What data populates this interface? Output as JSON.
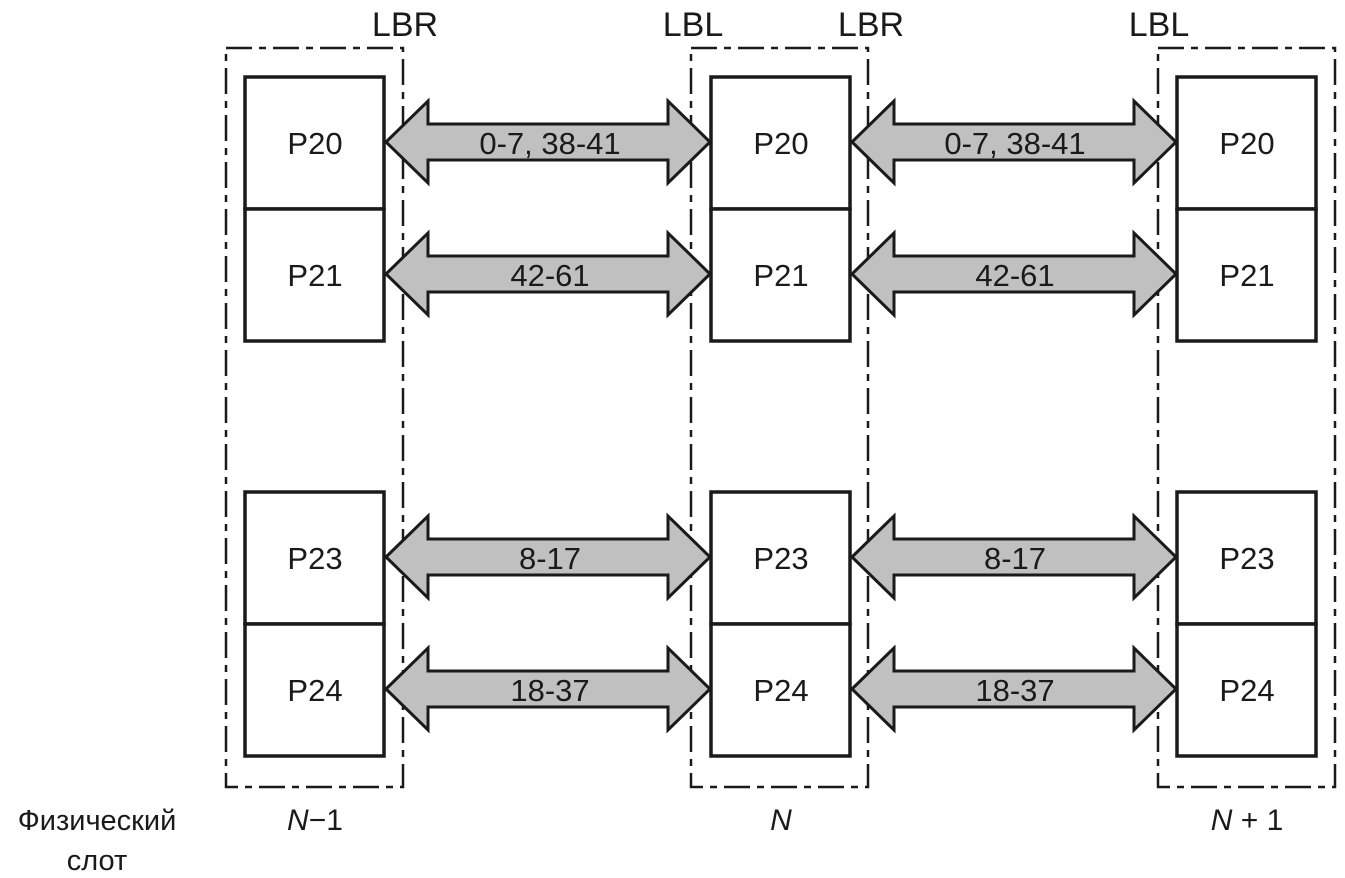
{
  "diagram": {
    "slots": [
      {
        "id": "n-1",
        "label_var": "N",
        "label_suffix": "−1",
        "side_labels": [
          "LBR"
        ],
        "ports": [
          {
            "id": "p20",
            "label": "P20"
          },
          {
            "id": "p21",
            "label": "P21"
          },
          {
            "id": "p23",
            "label": "P23"
          },
          {
            "id": "p24",
            "label": "P24"
          }
        ]
      },
      {
        "id": "n",
        "label_var": "N",
        "label_suffix": "",
        "side_labels": [
          "LBL",
          "LBR"
        ],
        "ports": [
          {
            "id": "p20",
            "label": "P20"
          },
          {
            "id": "p21",
            "label": "P21"
          },
          {
            "id": "p23",
            "label": "P23"
          },
          {
            "id": "p24",
            "label": "P24"
          }
        ]
      },
      {
        "id": "n+1",
        "label_var": "N",
        "label_suffix": " + 1",
        "side_labels": [
          "LBL"
        ],
        "ports": [
          {
            "id": "p20",
            "label": "P20"
          },
          {
            "id": "p21",
            "label": "P21"
          },
          {
            "id": "p23",
            "label": "P23"
          },
          {
            "id": "p24",
            "label": "P24"
          }
        ]
      }
    ],
    "links": [
      {
        "from": "n-1",
        "to": "n",
        "port": "p20",
        "label": "0-7, 38-41"
      },
      {
        "from": "n-1",
        "to": "n",
        "port": "p21",
        "label": "42-61"
      },
      {
        "from": "n-1",
        "to": "n",
        "port": "p23",
        "label": "8-17"
      },
      {
        "from": "n-1",
        "to": "n",
        "port": "p24",
        "label": "18-37"
      },
      {
        "from": "n",
        "to": "n+1",
        "port": "p20",
        "label": "0-7, 38-41"
      },
      {
        "from": "n",
        "to": "n+1",
        "port": "p21",
        "label": "42-61"
      },
      {
        "from": "n",
        "to": "n+1",
        "port": "p23",
        "label": "8-17"
      },
      {
        "from": "n",
        "to": "n+1",
        "port": "p24",
        "label": "18-37"
      }
    ],
    "row_title": [
      "Физический",
      "слот"
    ],
    "colors": {
      "line": "#1a1a1a",
      "arrow_fill": "#c0c0c0",
      "box_fill": "#ffffff"
    }
  }
}
